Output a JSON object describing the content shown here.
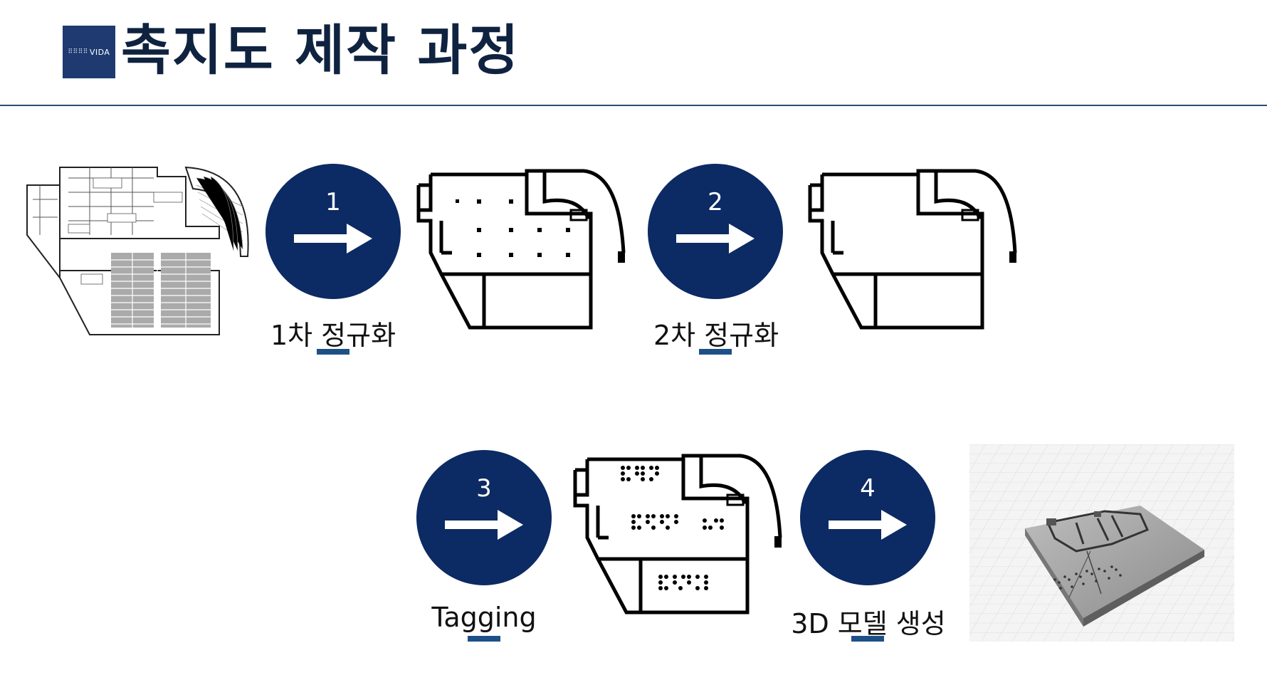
{
  "header": {
    "logo_text": "VIDA",
    "title": "촉지도 제작 과정"
  },
  "steps": [
    {
      "number": "1",
      "label": "1차 정규화"
    },
    {
      "number": "2",
      "label": "2차 정규화"
    },
    {
      "number": "3",
      "label": "Tagging"
    },
    {
      "number": "4",
      "label": "3D 모델 생성"
    }
  ],
  "colors": {
    "accent": "#0c2a63",
    "title": "#0f2340",
    "rule": "#2a4f73",
    "underline": "#1e5088"
  },
  "icons": [
    "right-arrow-icon"
  ]
}
